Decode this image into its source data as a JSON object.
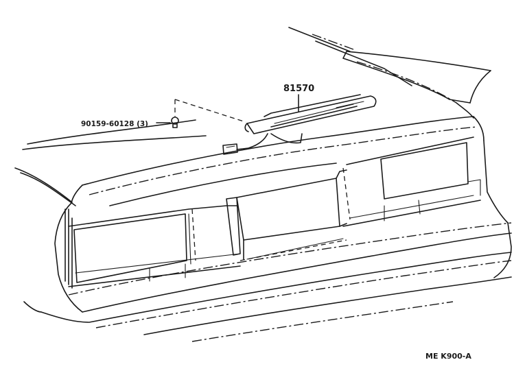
{
  "diagram": {
    "callouts": [
      {
        "id": "third-brake-light",
        "part_number": "81570"
      },
      {
        "id": "screw",
        "part_number": "90159-60128 (3)"
      }
    ],
    "figure_code": "ME  K900-A"
  }
}
